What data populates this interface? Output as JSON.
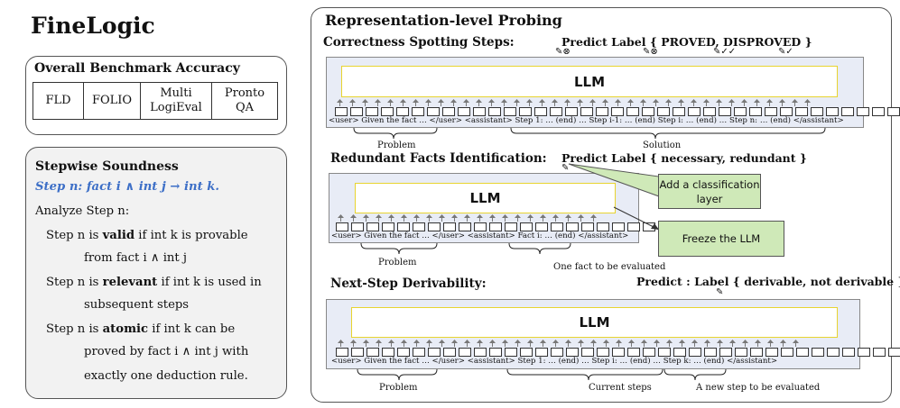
{
  "title": "FineLogic",
  "benchmark": {
    "title": "Overall Benchmark Accuracy",
    "cells": [
      "FLD",
      "FOLIO",
      "Multi LogiEval",
      "Pronto QA"
    ]
  },
  "soundness": {
    "title": "Stepwise Soundness",
    "formula": "Step n: fact i ∧ int j → int k.",
    "analyze": "Analyze Step n:",
    "valid_pre": "Step n is ",
    "valid_kw": "valid",
    "valid_post": " if int k is provable",
    "valid_cont": "from fact i ∧ int j",
    "relevant_pre": "Step n is ",
    "relevant_kw": "relevant",
    "relevant_post": " if int k is used in",
    "relevant_cont": "subsequent steps",
    "atomic_pre": "Step n is ",
    "atomic_kw": "atomic",
    "atomic_post": " if int k can be",
    "atomic_cont1": "proved by fact i ∧ int j with",
    "atomic_cont2": "exactly one deduction rule."
  },
  "probing": {
    "title": "Representation-level Probing",
    "sec1": {
      "heading": "Correctness Spotting Steps:",
      "predict": "Predict Label { PROVED, DISPROVED }",
      "llm": "LLM",
      "sequence": "<user> Given the fact … </user> <assistant> Step 1: … (end) … Step i-1: … (end) Step i: … (end) … Step n: … (end) </assistant>",
      "brace1": "Problem",
      "brace2": "Solution"
    },
    "sec2": {
      "heading": "Redundant Facts Identification:",
      "predict": "Predict Label { necessary, redundant }",
      "llm": "LLM",
      "sequence": "<user> Given the fact … </user> <assistant> Fact i: … (end) </assistant>",
      "brace1": "Problem",
      "brace2": "One fact to be evaluated",
      "callout1": "Add a classification layer",
      "callout2": "Freeze the LLM"
    },
    "sec3": {
      "heading": "Next-Step Derivability:",
      "predict": "Predict :  Label { derivable, not derivable }",
      "llm": "LLM",
      "sequence": "<user> Given the fact … </user> <assistant> Step 1: … (end) … Step i: … (end) … Step k: … (end) </assistant>",
      "brace1": "Problem",
      "brace2": "Current steps",
      "brace3": "A new step to be evaluated"
    }
  },
  "colors": {
    "formula_blue": "#3d6fc7",
    "llm_border": "#e8d430",
    "llm_bg": "#e8ecf6",
    "callout_green": "#cfe9b8"
  }
}
